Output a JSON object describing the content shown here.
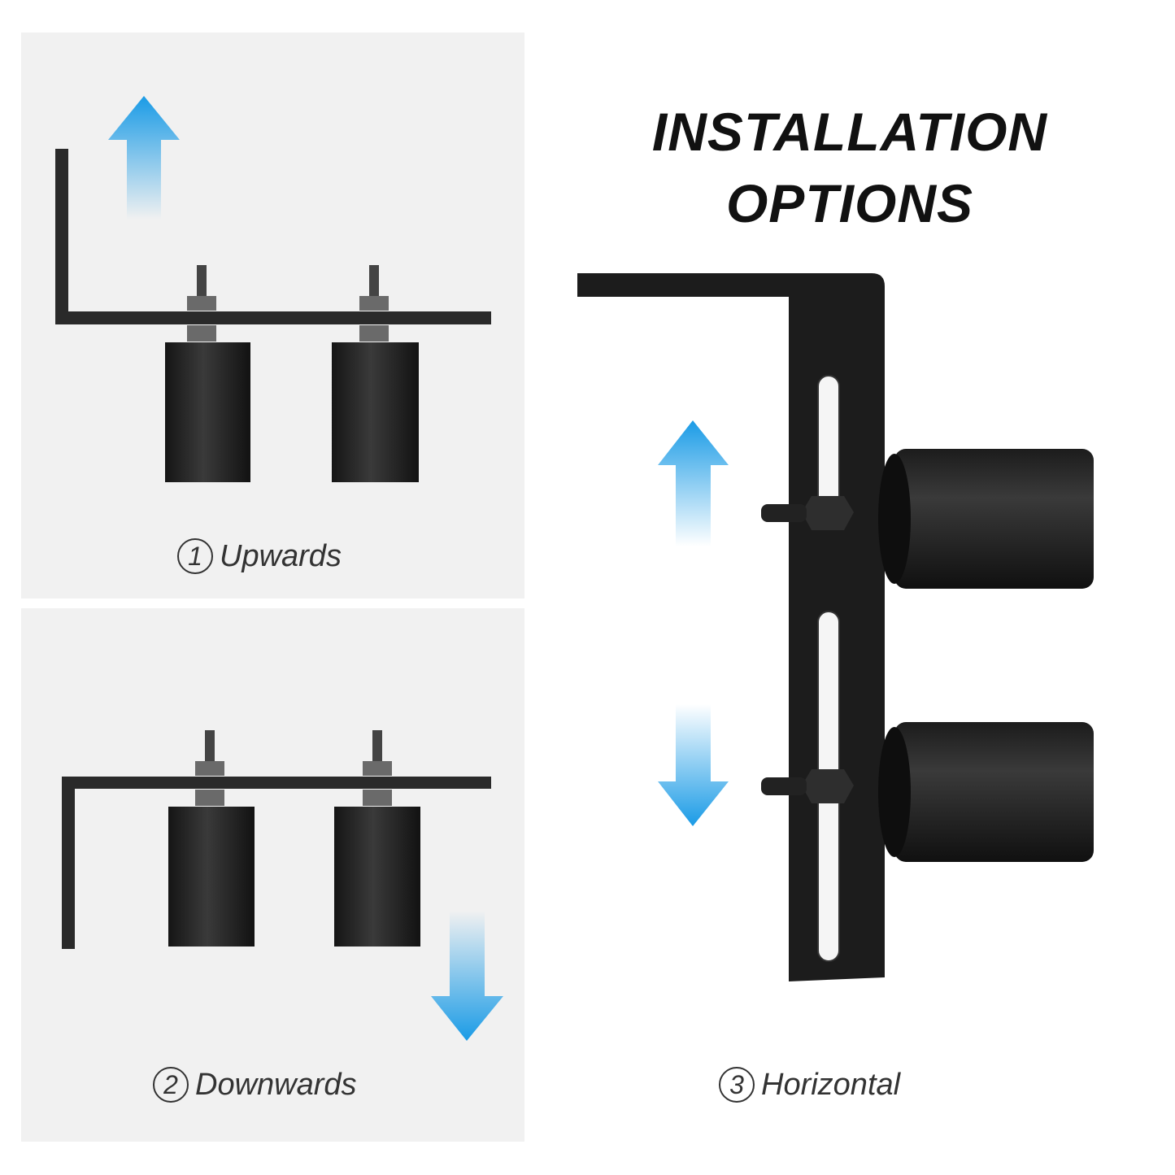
{
  "title": {
    "line1": "INSTALLATION",
    "line2": "OPTIONS"
  },
  "options": [
    {
      "number": "1",
      "label": "Upwards",
      "arrow": "up-arrow-icon"
    },
    {
      "number": "2",
      "label": "Downwards",
      "arrow": "down-arrow-icon"
    },
    {
      "number": "3",
      "label": "Horizontal",
      "arrow": "up-down-arrow-icon"
    }
  ],
  "colors": {
    "arrow": "#1a9be6",
    "panel_bg": "#f1f1f1",
    "metal": "#1a1a1a",
    "text": "#333333"
  }
}
